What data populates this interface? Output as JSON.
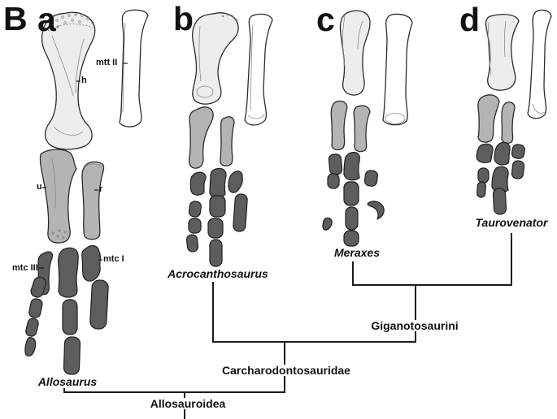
{
  "figure": {
    "panel_label": "B",
    "panels": [
      {
        "letter": "a",
        "taxon": "Allosaurus"
      },
      {
        "letter": "b",
        "taxon": "Acrocanthosaurus"
      },
      {
        "letter": "c",
        "taxon": "Meraxes"
      },
      {
        "letter": "d",
        "taxon": "Taurovenator"
      }
    ],
    "anatomy_labels": {
      "humerus": "h",
      "ulna": "u",
      "radius": "r",
      "metacarpal_I": "mtc I",
      "metacarpal_III": "mtc III",
      "metatarsal_II": "mtt II"
    },
    "cladogram": {
      "clade_labels": [
        "Giganotosaurini",
        "Carcharodontosauridae",
        "Allosauroidea"
      ],
      "tips": [
        "Allosaurus",
        "Acrocanthosaurus",
        "Meraxes",
        "Taurovenator"
      ]
    },
    "colors": {
      "background": "#ffffff",
      "outline": "#2b2b2b",
      "humerus_fill": "#ededed",
      "metatarsal_fill": "#ffffff",
      "ulna_radius_fill": "#b4b4b4",
      "manus_fill": "#5d5d5d",
      "tree_line": "#1a1a1a"
    }
  }
}
